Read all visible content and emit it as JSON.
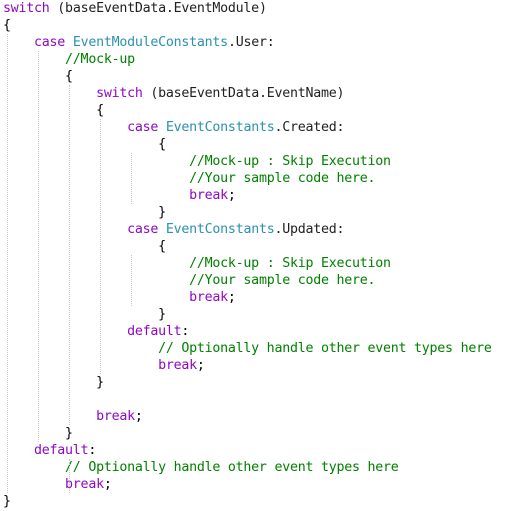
{
  "editor": {
    "colors": {
      "keyword": "#8f08c4",
      "type": "#2b91af",
      "comment": "#008000",
      "text": "#1f1f1f"
    },
    "lines": [
      [
        {
          "t": "switch",
          "c": "kw"
        },
        {
          "t": " (baseEventData.EventModule)",
          "c": "id"
        }
      ],
      [
        {
          "t": "{",
          "c": "pn"
        }
      ],
      [
        {
          "t": "    ",
          "c": "pn"
        },
        {
          "t": "case",
          "c": "kw"
        },
        {
          "t": " ",
          "c": "pn"
        },
        {
          "t": "EventModuleConstants",
          "c": "type"
        },
        {
          "t": ".User:",
          "c": "id"
        }
      ],
      [
        {
          "t": "        ",
          "c": "pn"
        },
        {
          "t": "//Mock-up",
          "c": "cm"
        }
      ],
      [
        {
          "t": "        {",
          "c": "pn"
        }
      ],
      [
        {
          "t": "            ",
          "c": "pn"
        },
        {
          "t": "switch",
          "c": "kw"
        },
        {
          "t": " (baseEventData.EventName)",
          "c": "id"
        }
      ],
      [
        {
          "t": "            {",
          "c": "pn"
        }
      ],
      [
        {
          "t": "                ",
          "c": "pn"
        },
        {
          "t": "case",
          "c": "kw"
        },
        {
          "t": " ",
          "c": "pn"
        },
        {
          "t": "EventConstants",
          "c": "type"
        },
        {
          "t": ".Created:",
          "c": "id"
        }
      ],
      [
        {
          "t": "                    {",
          "c": "pn"
        }
      ],
      [
        {
          "t": "                        ",
          "c": "pn"
        },
        {
          "t": "//Mock-up : Skip Execution",
          "c": "cm"
        }
      ],
      [
        {
          "t": "                        ",
          "c": "pn"
        },
        {
          "t": "//Your sample code here.",
          "c": "cm"
        }
      ],
      [
        {
          "t": "                        ",
          "c": "pn"
        },
        {
          "t": "break",
          "c": "kw"
        },
        {
          "t": ";",
          "c": "pn"
        }
      ],
      [
        {
          "t": "                    }",
          "c": "pn"
        }
      ],
      [
        {
          "t": "                ",
          "c": "pn"
        },
        {
          "t": "case",
          "c": "kw"
        },
        {
          "t": " ",
          "c": "pn"
        },
        {
          "t": "EventConstants",
          "c": "type"
        },
        {
          "t": ".Updated:",
          "c": "id"
        }
      ],
      [
        {
          "t": "                    {",
          "c": "pn"
        }
      ],
      [
        {
          "t": "                        ",
          "c": "pn"
        },
        {
          "t": "//Mock-up : Skip Execution",
          "c": "cm"
        }
      ],
      [
        {
          "t": "                        ",
          "c": "pn"
        },
        {
          "t": "//Your sample code here.",
          "c": "cm"
        }
      ],
      [
        {
          "t": "                        ",
          "c": "pn"
        },
        {
          "t": "break",
          "c": "kw"
        },
        {
          "t": ";",
          "c": "pn"
        }
      ],
      [
        {
          "t": "                    }",
          "c": "pn"
        }
      ],
      [
        {
          "t": "                ",
          "c": "pn"
        },
        {
          "t": "default",
          "c": "kw"
        },
        {
          "t": ":",
          "c": "pn"
        }
      ],
      [
        {
          "t": "                    ",
          "c": "pn"
        },
        {
          "t": "// Optionally handle other event types here",
          "c": "cm"
        }
      ],
      [
        {
          "t": "                    ",
          "c": "pn"
        },
        {
          "t": "break",
          "c": "kw"
        },
        {
          "t": ";",
          "c": "pn"
        }
      ],
      [
        {
          "t": "            }",
          "c": "pn"
        }
      ],
      [
        {
          "t": "",
          "c": "pn"
        }
      ],
      [
        {
          "t": "            ",
          "c": "pn"
        },
        {
          "t": "break",
          "c": "kw"
        },
        {
          "t": ";",
          "c": "pn"
        }
      ],
      [
        {
          "t": "        }",
          "c": "pn"
        }
      ],
      [
        {
          "t": "    ",
          "c": "pn"
        },
        {
          "t": "default",
          "c": "kw"
        },
        {
          "t": ":",
          "c": "pn"
        }
      ],
      [
        {
          "t": "        ",
          "c": "pn"
        },
        {
          "t": "// Optionally handle other event types here",
          "c": "cm"
        }
      ],
      [
        {
          "t": "        ",
          "c": "pn"
        },
        {
          "t": "break",
          "c": "kw"
        },
        {
          "t": ";",
          "c": "pn"
        }
      ],
      [
        {
          "t": "}",
          "c": "pn"
        }
      ]
    ]
  }
}
